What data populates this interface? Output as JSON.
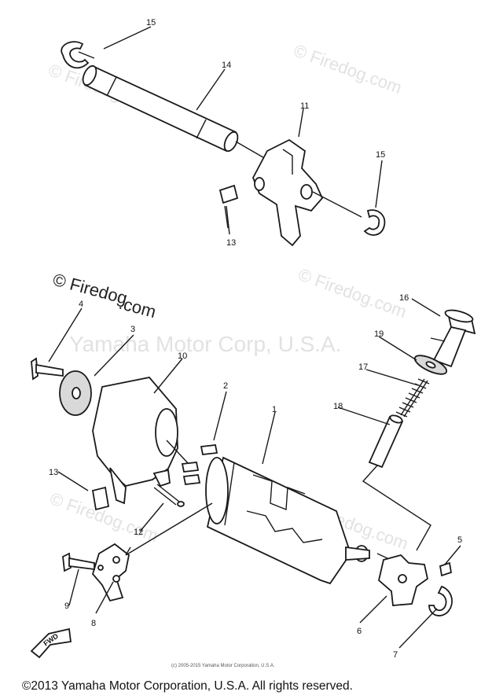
{
  "watermarks": {
    "site": "© Firedog.com",
    "site_line1": "© Firedog",
    "site_line2": ".com",
    "brand": "Yamaha Motor Corp, U.S.A."
  },
  "part_numbers": [
    "1",
    "2",
    "3",
    "4",
    "5",
    "6",
    "7",
    "8",
    "9",
    "10",
    "11",
    "12",
    "13",
    "14",
    "15",
    "16",
    "17",
    "18",
    "19"
  ],
  "callouts": {
    "n1": "1",
    "n2": "2",
    "n3": "3",
    "n4": "4",
    "n5": "5",
    "n6": "6",
    "n7": "7",
    "n8": "8",
    "n9": "9",
    "n10": "10",
    "n11": "11",
    "n12": "12",
    "n13_top": "13",
    "n13_bottom": "13",
    "n14": "14",
    "n15_top": "15",
    "n15_right": "15",
    "n16": "16",
    "n17": "17",
    "n18": "18",
    "n19": "19"
  },
  "direction_label": "FWD",
  "copyright_small": "(c) 2005-2015 Yamaha Motor Corporation, U.S.A.",
  "footer": "©2013 Yamaha Motor Corporation, U.S.A. All rights reserved."
}
